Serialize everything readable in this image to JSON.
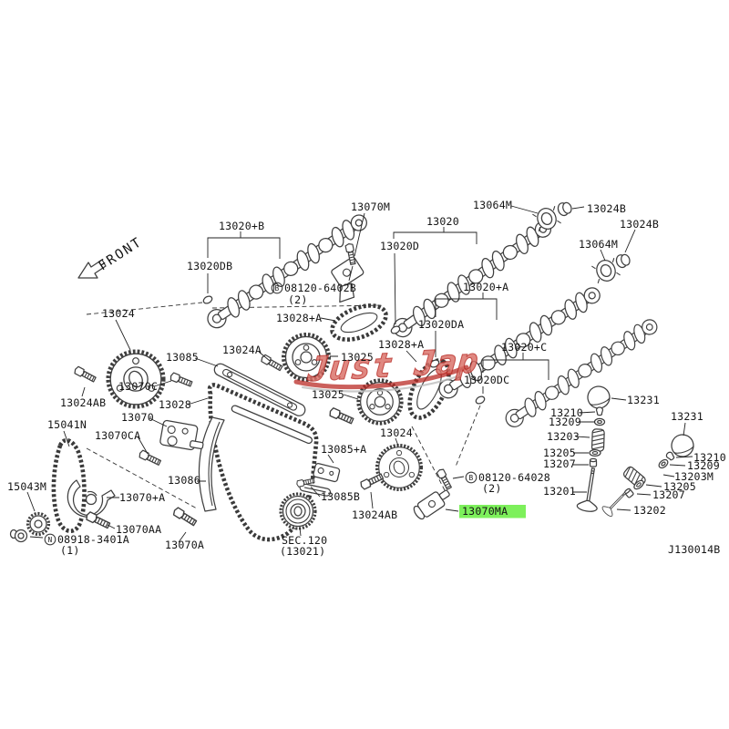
{
  "diagram": {
    "id": "J130014B",
    "front_marker": "FRONT",
    "section_ref": {
      "line1": "SEC.120",
      "line2": "(13021)"
    }
  },
  "watermark": {
    "text": "Just Jap"
  },
  "colors": {
    "highlight": "#7df05b",
    "watermark_fill": "#da6e66",
    "watermark_stroke": "#b92b25",
    "line": "#3f3f3f",
    "label": "#141414"
  },
  "parts": {
    "l13020b": "13020+B",
    "l13070m": "13070M",
    "l13020": "13020",
    "l13064m": "13064M",
    "l13024b": "13024B",
    "l13020d": "13020D",
    "l13020db": "13020DB",
    "bPrefix": "B",
    "bolt1": "08120-6402B",
    "qty2": "(2)",
    "l13028a": "13028+A",
    "l13020a": "13020+A",
    "l13024": "13024",
    "l13024a": "13024A",
    "l13025": "13025",
    "l13020da": "13020DA",
    "l13020c": "13020+C",
    "l13085": "13085",
    "l13070c": "13070C",
    "l13020dc": "13020DC",
    "l13024ab": "13024AB",
    "l13028": "13028",
    "l13231": "13231",
    "l15041n": "15041N",
    "l13070": "13070",
    "l13070ca": "13070CA",
    "l13210": "13210",
    "l13209": "13209",
    "l13203": "13203",
    "l13205": "13205",
    "l13207": "13207",
    "l13201": "13201",
    "l13203m": "13203M",
    "l13202": "13202",
    "l13085a": "13085+A",
    "l13086": "13086",
    "l13070pa": "13070+A",
    "l15043m": "15043M",
    "l13085b": "13085B",
    "bolt2": "08120-64028",
    "l13070ma": "13070MA",
    "l13070aa": "13070AA",
    "nPrefix": "N",
    "nut1": "08918-3401A",
    "qty1": "(1)",
    "l13070a": "13070A",
    "l13024_bottom": "13024"
  }
}
